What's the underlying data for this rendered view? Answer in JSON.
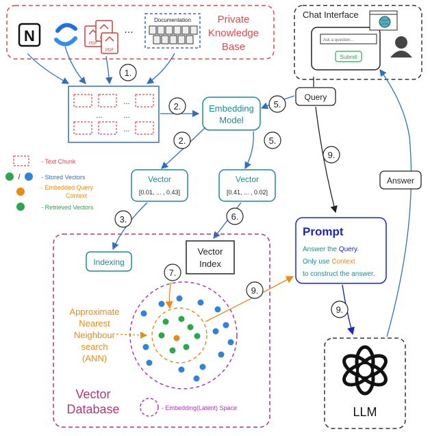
{
  "private_kb": {
    "title_line1": "Private",
    "title_line2": "Knowledge",
    "title_line3": "Base",
    "documentation_label": "Documentation",
    "ellipsis": "...",
    "pdf_label": "PDF",
    "notion_letter": "N"
  },
  "chat": {
    "title": "Chat Interface",
    "placeholder": "Ask a question...",
    "submit": "Submit"
  },
  "query_label": "Query",
  "answer_label": "Answer",
  "embedding_model": {
    "line1": "Embedding",
    "line2": "Model"
  },
  "vector_left": {
    "title": "Vector",
    "values": "[0.01, ... , 0.43]"
  },
  "vector_right": {
    "title": "Vector",
    "values": "[0.41, ... , 0.02]"
  },
  "indexing": "Indexing",
  "vector_index": {
    "line1": "Vector",
    "line2": "Index"
  },
  "prompt": {
    "title": "Prompt",
    "line1_a": "Answer the ",
    "line1_b": "Query",
    "line1_c": ".",
    "line2_a": "Only use ",
    "line2_b": "Context",
    "line3": "to construct the answer."
  },
  "llm": "LLM",
  "ann": {
    "line1": "Approximate",
    "line2": "Nearest",
    "line3": "Neighbour",
    "line4": "search",
    "line5": "(ANN)"
  },
  "vector_db": {
    "line1": "Vector",
    "line2": "Database"
  },
  "legend": {
    "text_chunk": "- Text Chunk",
    "stored_vectors": "- Stored Vectors",
    "slash": "/",
    "embedded_query_1": "- Embedded Query",
    "embedded_query_2": "Context",
    "retrieved": "- Retrieved Vectors",
    "embedding_space": "- Embedding(Latent) Space"
  },
  "chunk_ellipses": [
    "...",
    "...",
    "...",
    "..."
  ],
  "steps": [
    "1.",
    "2.",
    "2.",
    "3.",
    "5.",
    "5.",
    "6.",
    "7.",
    "9.",
    "9.",
    "9."
  ],
  "colors": {
    "red": "#e8474d",
    "teal": "#1a8c99",
    "blue": "#2f6fc1",
    "navy": "#1a24c8",
    "orange": "#ee8a14",
    "green": "#2aa84a",
    "purple": "#a837b5",
    "dot_blue": "#2e84d6"
  },
  "icons": [
    "notion-icon",
    "confluence-icon",
    "pdf-icon",
    "documentation-icon",
    "globe-icon",
    "user-icon",
    "openai-logo-icon"
  ]
}
